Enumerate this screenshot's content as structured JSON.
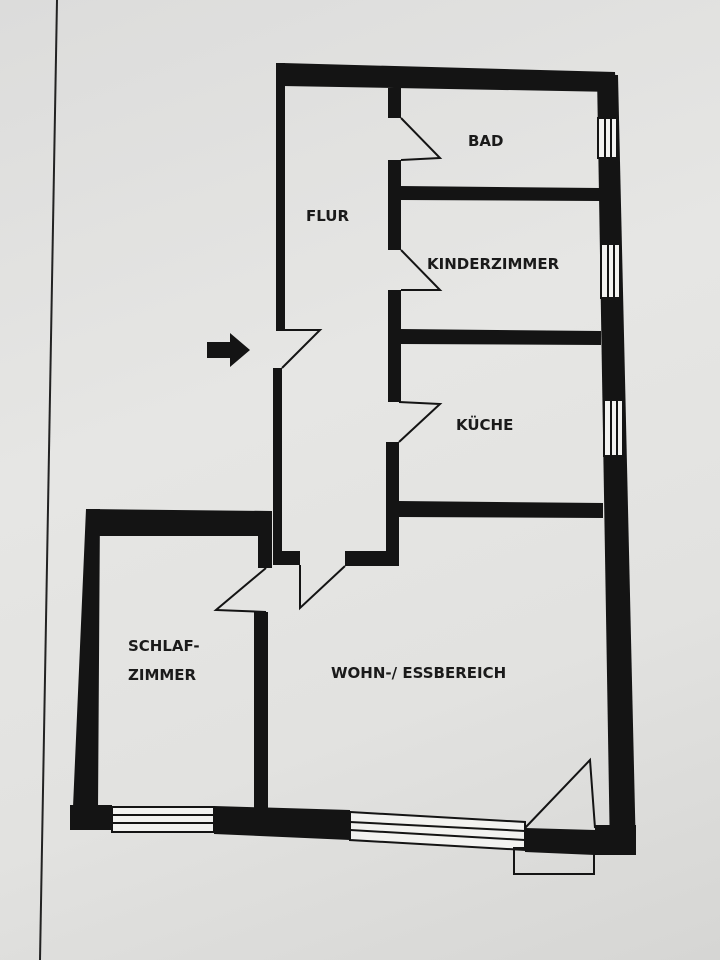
{
  "floor_plan": {
    "rooms": {
      "bad": "BAD",
      "flur": "FLUR",
      "kinderzimmer": "KINDERZIMMER",
      "kueche": "KÜCHE",
      "schlafzimmer_line1": "SCHLAF-",
      "schlafzimmer_line2": "ZIMMER",
      "wohn_essbereich": "WOHN-/ ESSBEREICH"
    },
    "colors": {
      "wall": "#141414",
      "paper": "#e4e4e2"
    }
  }
}
